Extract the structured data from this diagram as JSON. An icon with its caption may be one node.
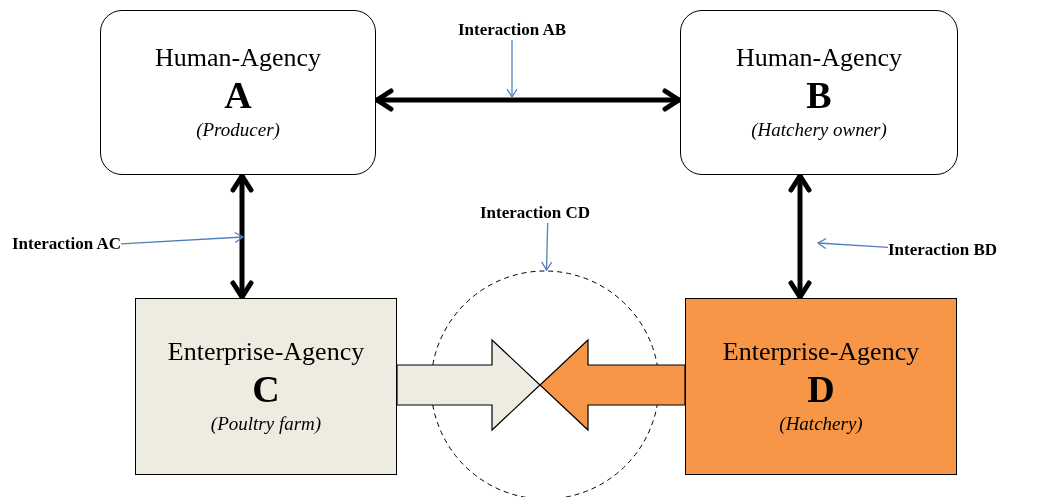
{
  "diagram": {
    "nodes": [
      {
        "text": [
          "Human-Agency",
          "A",
          "(Producer)"
        ]
      },
      {
        "text": [
          "Human-Agency",
          "B",
          "(Hatchery owner)"
        ]
      },
      {
        "text": [
          "Enterprise-Agency",
          "C",
          "(Poultry farm)"
        ]
      },
      {
        "text": [
          "Enterprise-Agency",
          "D",
          "(Hatchery)"
        ]
      },
      {
        "text": [],
        "shape": "circle"
      },
      {
        "text": [
          "Interaction AB"
        ]
      },
      {
        "text": [
          "Interaction AC"
        ]
      },
      {
        "text": [
          "Interaction CD"
        ]
      },
      {
        "text": [
          "Interaction BD"
        ]
      }
    ],
    "edges": [
      {
        "from": 0,
        "to": 1,
        "arrow": "both",
        "style": "thick",
        "color": "#000000"
      },
      {
        "from": 0,
        "to": 2,
        "arrow": "both",
        "style": "thick",
        "color": "#000000"
      },
      {
        "from": 1,
        "to": 3,
        "arrow": "both",
        "style": "thick",
        "color": "#000000"
      },
      {
        "from": 2,
        "to": null,
        "arrow": "to",
        "color": "#000000"
      },
      {
        "from": 3,
        "to": null,
        "arrow": "to",
        "color": "#000000"
      },
      {
        "from": 5,
        "to": null,
        "arrow": "to",
        "color": "#4f81bd"
      },
      {
        "from": 6,
        "to": null,
        "arrow": "to",
        "color": "#4f81bd"
      },
      {
        "from": 7,
        "to": 4,
        "arrow": "to",
        "color": "#4f81bd"
      },
      {
        "from": 8,
        "to": null,
        "arrow": "to",
        "color": "#4f81bd"
      }
    ]
  }
}
